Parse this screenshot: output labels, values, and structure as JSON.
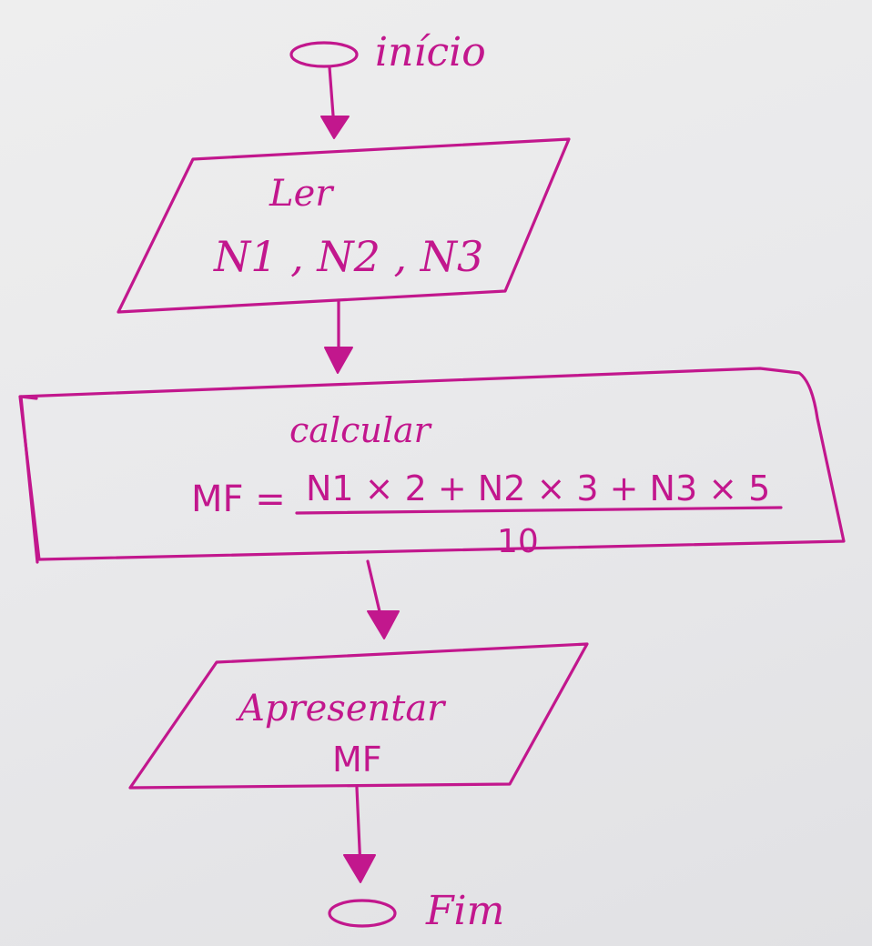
{
  "colors": {
    "ink": "#c2178d",
    "paper": "#eaeaec"
  },
  "flowchart": {
    "start": {
      "label": "início"
    },
    "input": {
      "action": "Ler",
      "variables": "N1 , N2 , N3"
    },
    "process": {
      "action": "calcular",
      "lhs": "MF =",
      "numerator": "N1 × 2 + N2 × 3 + N3 × 5",
      "denominator": "10"
    },
    "output": {
      "action": "Apresentar",
      "variables": "MF"
    },
    "end": {
      "label": "Fim"
    }
  }
}
